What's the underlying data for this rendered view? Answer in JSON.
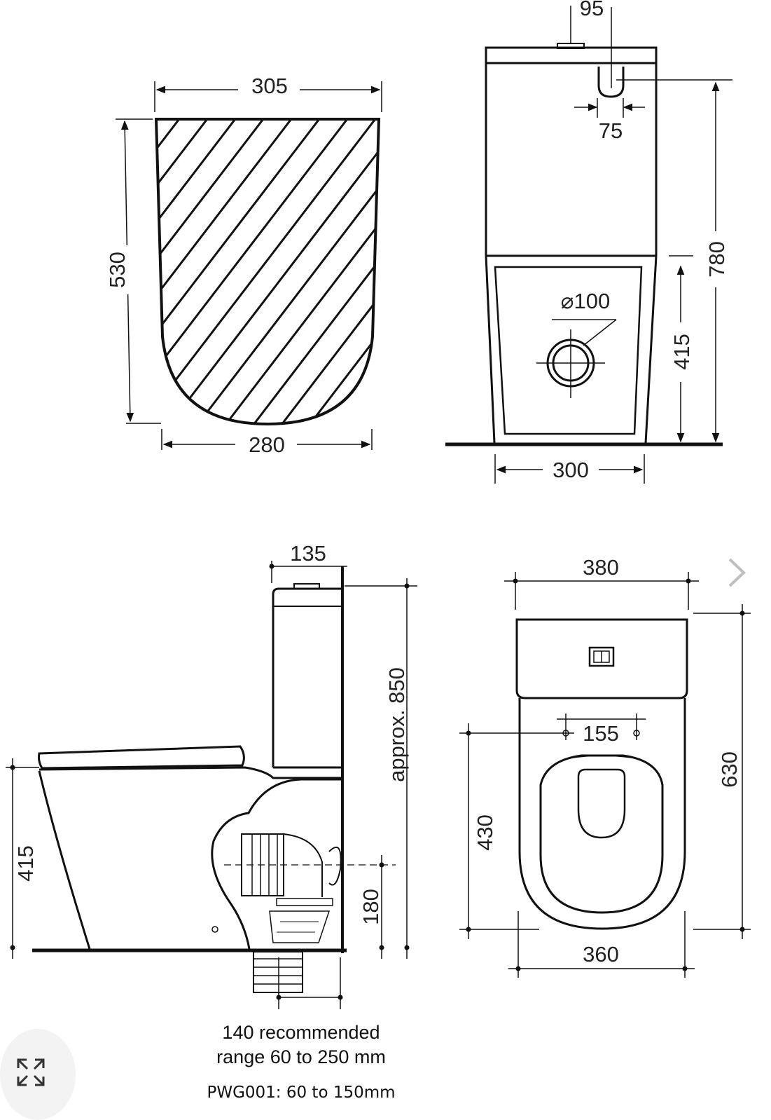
{
  "views": {
    "plan_footprint": {
      "top_width": "305",
      "bottom_width": "280",
      "depth": "530"
    },
    "rear_elevation": {
      "top_offset": "95",
      "inlet_spacing": "75",
      "outlet_diameter": "⌀100",
      "outlet_height": "415",
      "total_height": "780",
      "base_width": "300"
    },
    "side_elevation": {
      "cistern_depth": "135",
      "height": "approx. 850",
      "pan_height": "415",
      "outlet_height": "180"
    },
    "top_view": {
      "cistern_width": "380",
      "fixing_spacing": "155",
      "fixing_to_front": "430",
      "length": "630",
      "bowl_width": "360"
    }
  },
  "notes": {
    "setout_recommended": "140 recommended",
    "setout_range": "range 60 to 250 mm",
    "connector": "PWG001: 60 to 150mm"
  },
  "controls": {
    "next_icon": "chevron-right-icon",
    "expand_icon": "expand-icon"
  },
  "colors": {
    "line": "#111111",
    "hatch": "#111111",
    "background": "#ffffff",
    "control_grey": "#bfbfbf"
  }
}
